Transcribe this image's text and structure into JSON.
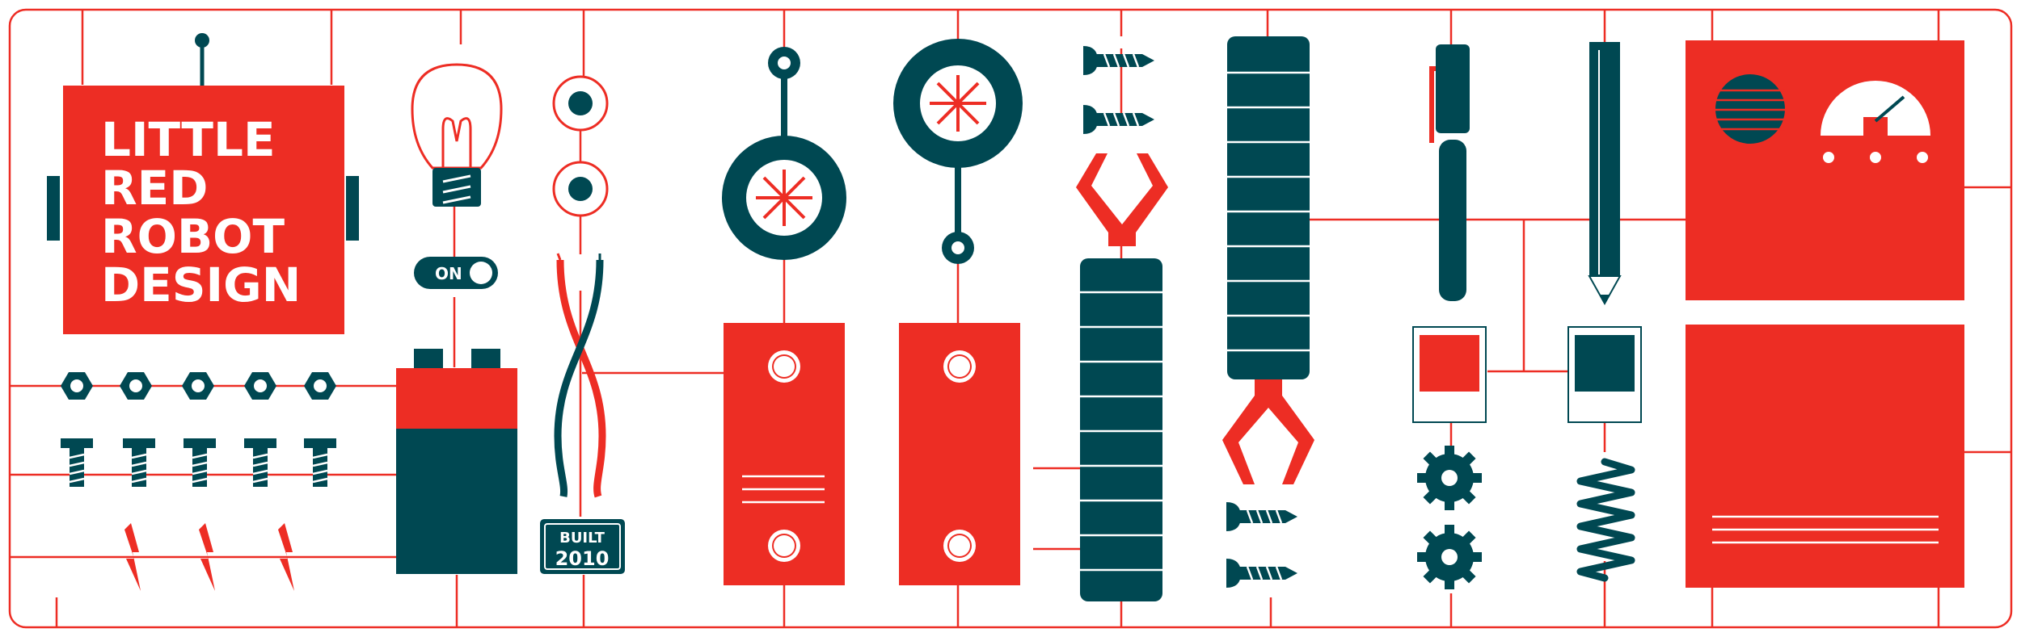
{
  "logo": {
    "line1": "LITTLE",
    "line2": "RED",
    "line3": "ROBOT",
    "line4": "DESIGN"
  },
  "switch": {
    "label": "ON"
  },
  "badge": {
    "line1": "BUILT",
    "line2": "2010"
  },
  "colors": {
    "red": "#ed2d24",
    "teal": "#004852",
    "background": "#ffffff",
    "circuit": "#ed2d24"
  }
}
